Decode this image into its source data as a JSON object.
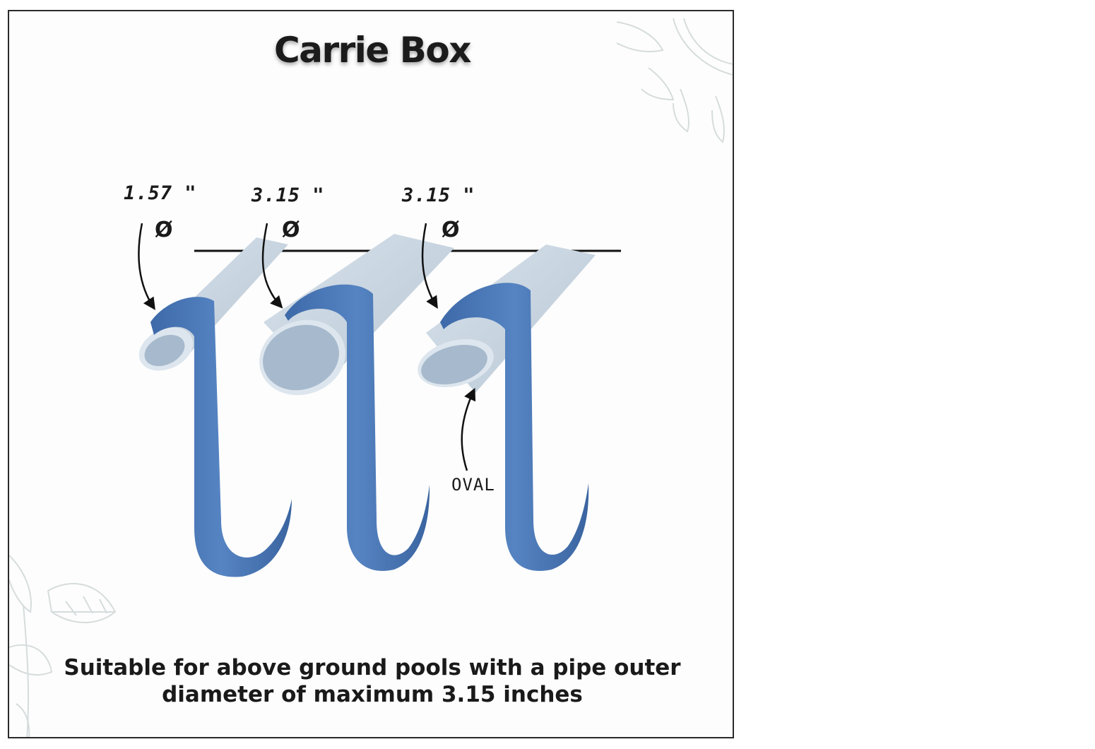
{
  "brand": {
    "name": "Carrie Box"
  },
  "dimensions": [
    {
      "label": "1.57 \"",
      "symbol": "Ø"
    },
    {
      "label": "3.15 \"",
      "symbol": "Ø"
    },
    {
      "label": "3.15 \"",
      "symbol": "Ø"
    }
  ],
  "annotation": {
    "oval": "OVAL"
  },
  "caption": {
    "line1": "Suitable for above ground pools with a pipe outer",
    "line2": "diameter of maximum 3.15 inches"
  },
  "colors": {
    "hook": "#4a78b8",
    "pipe": "#c9d6e2",
    "pipe_inner": "#9fb3c8",
    "text": "#1a1a1a"
  }
}
